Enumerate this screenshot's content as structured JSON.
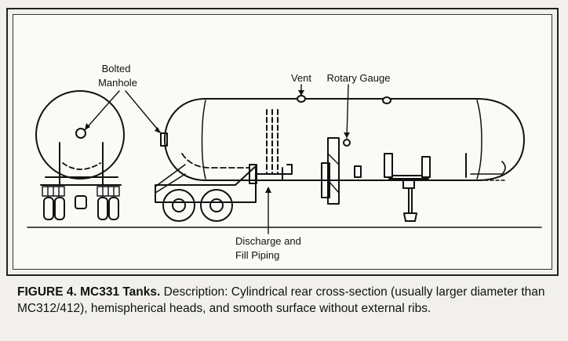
{
  "labels": {
    "bolted_manhole_line1": "Bolted",
    "bolted_manhole_line2": "Manhole",
    "vent": "Vent",
    "rotary_gauge": "Rotary Gauge",
    "discharge_line1": "Discharge and",
    "discharge_line2": "Fill Piping"
  },
  "caption": {
    "figure": "FIGURE 4.  MC331 Tanks.",
    "description": "Description: Cylindrical rear cross-section (usually larger diameter than MC312/412), hemispherical heads, and smooth surface without external ribs."
  }
}
